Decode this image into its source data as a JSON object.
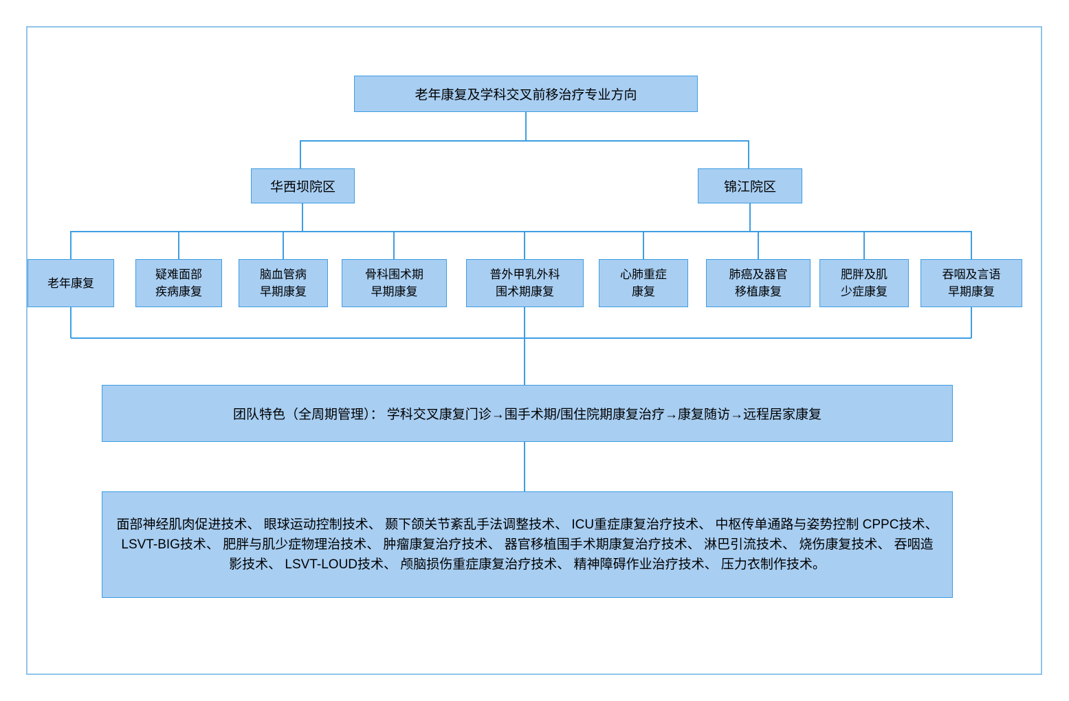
{
  "diagram": {
    "root": {
      "label": "老年康复及学科交叉前移治疗专业方向"
    },
    "campuses": [
      {
        "label": "华西坝院区"
      },
      {
        "label": "锦江院区"
      }
    ],
    "departments": [
      {
        "label": "老年康复"
      },
      {
        "label": "疑难面部\n疾病康复"
      },
      {
        "label": "脑血管病\n早期康复"
      },
      {
        "label": "骨科围术期\n早期康复"
      },
      {
        "label": "普外甲乳外科\n围术期康复"
      },
      {
        "label": "心肺重症\n康复"
      },
      {
        "label": "肺癌及器官\n移植康复"
      },
      {
        "label": "肥胖及肌\n少症康复"
      },
      {
        "label": "吞咽及言语\n早期康复"
      }
    ],
    "team_feature": {
      "label": "团队特色（全周期管理）： 学科交叉康复门诊→围手术期/围住院期康复治疗→康复随访→远程居家康复"
    },
    "techniques": {
      "label": "面部神经肌肉促进技术、 眼球运动控制技术、 颞下颌关节紊乱手法调整技术、 ICU重症康复治疗技术、 中枢传单通路与姿势控制 CPPC技术、 LSVT-BIG技术、 肥胖与肌少症物理治技术、 肿瘤康复治疗技术、 器官移植围手术期康复治疗技术、 淋巴引流技术、 烧伤康复技术、 吞咽造影技术、 LSVT-LOUD技术、 颅脑损伤重症康复治疗技术、 精神障碍作业治疗技术、 压力衣制作技术。"
    },
    "colors": {
      "box_fill": "#a8cef2",
      "box_border": "#3d9de2",
      "connector": "#3d9de2",
      "page_border": "#8fc3ea"
    }
  }
}
